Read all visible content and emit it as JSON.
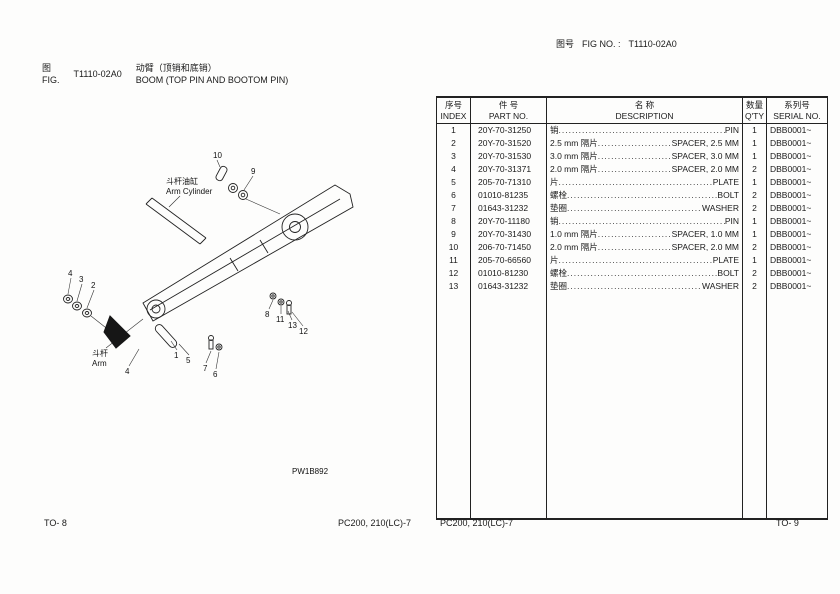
{
  "left_page": {
    "fig_label_cn": "图",
    "fig_label_en": "FIG.",
    "fig_no": "T1110-02A0",
    "title_cn": "动臂（顶销和底销）",
    "title_en": "BOOM (TOP PIN AND BOOTOM PIN)",
    "diagram": {
      "labels": {
        "arm_cylinder_cn": "斗杆油缸",
        "arm_cylinder_en": "Arm Cylinder",
        "arm_cn": "斗杆",
        "arm_en": "Arm",
        "note": "PW1B892"
      },
      "callouts": [
        "10",
        "9",
        "4",
        "3",
        "2",
        "1",
        "5",
        "4",
        "7",
        "6",
        "8",
        "11",
        "13",
        "12"
      ]
    }
  },
  "right_page": {
    "fig_no_label_cn": "图号",
    "fig_no_label_en": "FIG NO. :",
    "fig_no": "T1110-02A0",
    "table": {
      "headers": {
        "index_cn": "序号",
        "index_en": "INDEX",
        "part_cn": "件  号",
        "part_en": "PART NO.",
        "desc_cn": "名    称",
        "desc_en": "DESCRIPTION",
        "qty_cn": "数量",
        "qty_en": "Q'TY",
        "serial_cn": "系列号",
        "serial_en": "SERIAL NO."
      },
      "rows": [
        {
          "index": "1",
          "part_no": "20Y-70-31250",
          "desc_cn": "销",
          "desc_en": "PIN",
          "qty": "1",
          "serial": "DBB0001~"
        },
        {
          "index": "2",
          "part_no": "20Y-70-31520",
          "desc_cn": "2.5 mm 隔片",
          "desc_en": "SPACER, 2.5 MM",
          "qty": "1",
          "serial": "DBB0001~"
        },
        {
          "index": "3",
          "part_no": "20Y-70-31530",
          "desc_cn": "3.0 mm 隔片",
          "desc_en": "SPACER, 3.0 MM",
          "qty": "1",
          "serial": "DBB0001~"
        },
        {
          "index": "4",
          "part_no": "20Y-70-31371",
          "desc_cn": "2.0 mm 隔片",
          "desc_en": "SPACER, 2.0 MM",
          "qty": "2",
          "serial": "DBB0001~"
        },
        {
          "index": "5",
          "part_no": "205-70-71310",
          "desc_cn": "片",
          "desc_en": "PLATE",
          "qty": "1",
          "serial": "DBB0001~"
        },
        {
          "index": "6",
          "part_no": "01010-81235",
          "desc_cn": "螺栓",
          "desc_en": "BOLT",
          "qty": "2",
          "serial": "DBB0001~"
        },
        {
          "index": "7",
          "part_no": "01643-31232",
          "desc_cn": "垫圈",
          "desc_en": "WASHER",
          "qty": "2",
          "serial": "DBB0001~"
        },
        {
          "index": "8",
          "part_no": "20Y-70-11180",
          "desc_cn": "销",
          "desc_en": "PIN",
          "qty": "1",
          "serial": "DBB0001~"
        },
        {
          "index": "9",
          "part_no": "20Y-70-31430",
          "desc_cn": "1.0 mm 隔片",
          "desc_en": "SPACER, 1.0 MM",
          "qty": "1",
          "serial": "DBB0001~"
        },
        {
          "index": "10",
          "part_no": "206-70-71450",
          "desc_cn": "2.0 mm 隔片",
          "desc_en": "SPACER, 2.0 MM",
          "qty": "2",
          "serial": "DBB0001~"
        },
        {
          "index": "11",
          "part_no": "205-70-66560",
          "desc_cn": "片",
          "desc_en": "PLATE",
          "qty": "1",
          "serial": "DBB0001~"
        },
        {
          "index": "12",
          "part_no": "01010-81230",
          "desc_cn": "螺栓",
          "desc_en": "BOLT",
          "qty": "2",
          "serial": "DBB0001~"
        },
        {
          "index": "13",
          "part_no": "01643-31232",
          "desc_cn": "垫圈",
          "desc_en": "WASHER",
          "qty": "2",
          "serial": "DBB0001~"
        }
      ]
    }
  },
  "footer": {
    "to_left": "TO- 8",
    "model_left": "PC200, 210(LC)-7",
    "model_right": "PC200, 210(LC)-7",
    "to_right": "TO- 9"
  }
}
